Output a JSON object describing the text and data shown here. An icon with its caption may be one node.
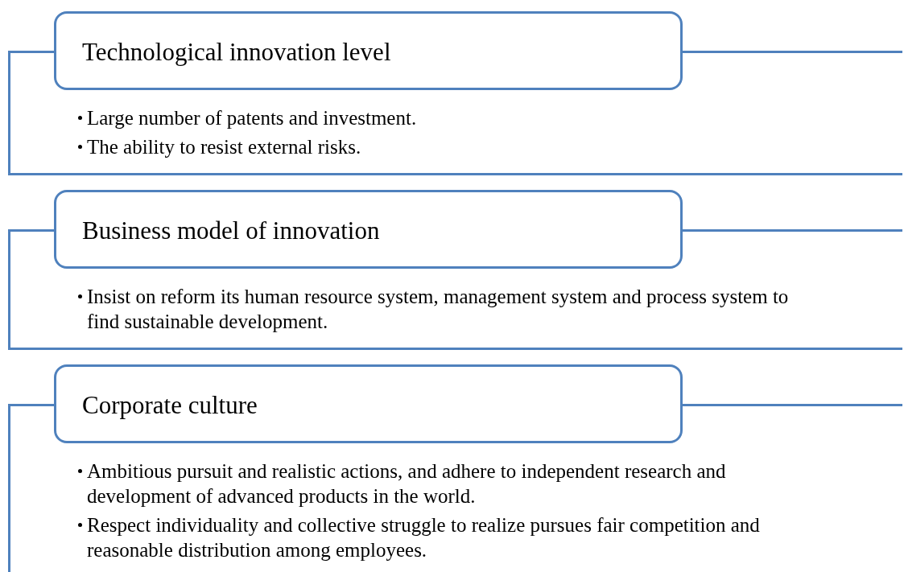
{
  "diagram": {
    "nodes": [
      {
        "text": [
          "Technological innovation level"
        ]
      },
      {
        "text": [
          "Large number of patents and investment.",
          "The ability to resist external risks."
        ]
      },
      {
        "text": [
          "Business model of innovation"
        ]
      },
      {
        "text": [
          "Insist on reform its human resource system, management system and process system to find sustainable development."
        ]
      },
      {
        "text": [
          "Corporate culture"
        ]
      },
      {
        "text": [
          "Ambitious pursuit and realistic actions, and adhere to independent research and development of advanced products in the world.",
          "Respect individuality and collective struggle to realize pursues fair competition and reasonable distribution among employees."
        ]
      }
    ],
    "edges": []
  }
}
